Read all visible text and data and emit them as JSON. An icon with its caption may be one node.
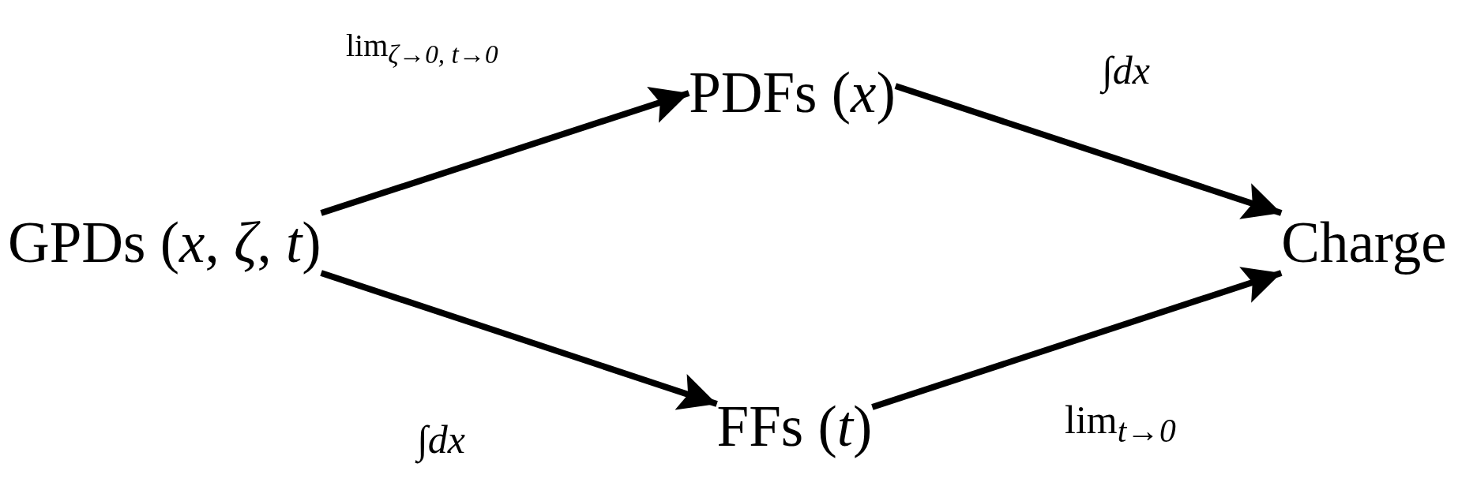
{
  "diagram": {
    "nodes": [
      {
        "text": [
          "GPDs (*x*, *ζ*, *t*)"
        ]
      },
      {
        "text": [
          "PDFs (*x*)"
        ]
      },
      {
        "text": [
          "FFs (*t*)"
        ]
      },
      {
        "text": [
          "Charge"
        ]
      }
    ],
    "edges": [
      {
        "from": 0,
        "to": 1,
        "arrow": "to",
        "label": "lim$_{ζ→0, t→0}$"
      },
      {
        "from": 1,
        "to": 3,
        "arrow": "to",
        "label": "∫*dx*"
      },
      {
        "from": 0,
        "to": 2,
        "arrow": "to",
        "label": "∫*dx*"
      },
      {
        "from": 2,
        "to": 3,
        "arrow": "to",
        "label": "lim$_{t→0}$"
      }
    ]
  }
}
